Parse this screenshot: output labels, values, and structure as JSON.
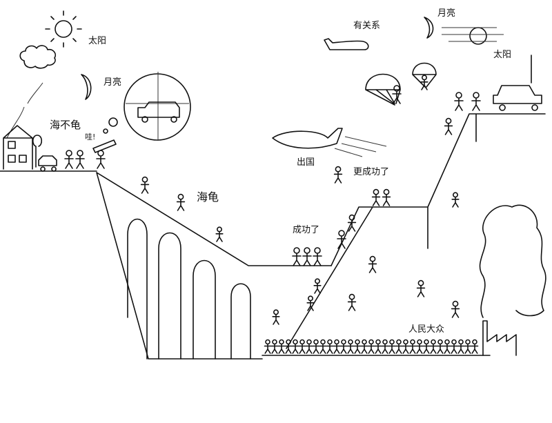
{
  "labels": {
    "sun_left": "太阳",
    "moon_left": "月亮",
    "not_sea_turtle": "海不龟",
    "wow": "哇!",
    "sea_turtle": "海龟",
    "connections": "有关系",
    "moon_right": "月亮",
    "sun_right": "太阳",
    "go_abroad": "出国",
    "more_successful": "更成功了",
    "successful": "成功了",
    "the_masses": "人民大众"
  }
}
